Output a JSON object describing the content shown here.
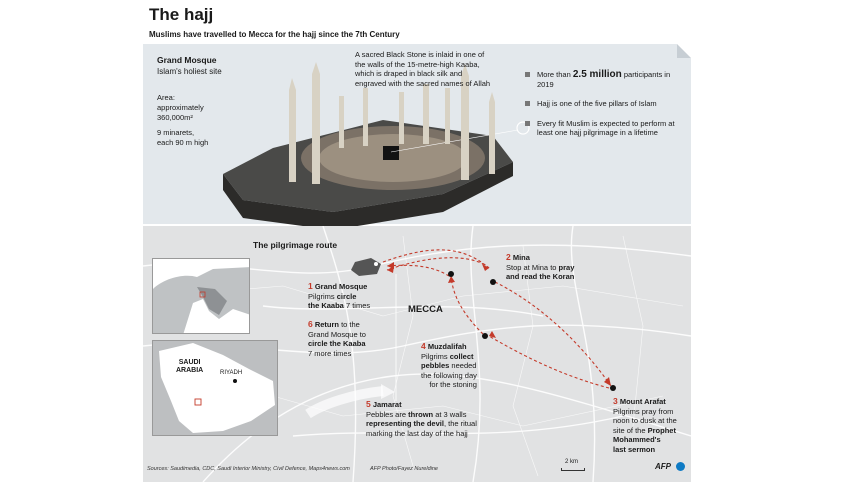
{
  "header": {
    "title": "The hajj",
    "subtitle": "Muslims have travelled to Mecca for the hajj since the 7th Century"
  },
  "grand_mosque": {
    "name": "Grand Mosque",
    "subtitle": "Islam's holiest site",
    "area": "Area:\napproximately\n360,000m²",
    "minarets": "9 minarets,\neach 90 m high",
    "black_stone_note": "A sacred Black Stone is inlaid in one of the walls of the 15-metre-high Kaaba, which is draped in black silk and engraved with the sacred names of Allah"
  },
  "facts": {
    "f1_pre": "More than ",
    "f1_bold": "2.5 million",
    "f1_post": " participants in 2019",
    "f2": "Hajj is one of the five pillars of Islam",
    "f3": "Every fit Muslim is expected to perform at least one hajj pilgrimage in a lifetime"
  },
  "route": {
    "title": "The pilgrimage route",
    "city_label": "MECCA",
    "steps": [
      {
        "num": "1",
        "title": "Grand Mosque",
        "l1_plain": "Pilgrims ",
        "l1_bold": "circle",
        "l2_bold": "the Kaaba",
        "l2_plain": " 7 times"
      },
      {
        "num": "2",
        "title": "Mina",
        "l1_plain": "Stop at Mina to ",
        "l1_bold": "pray",
        "l2_bold": "and read the Koran"
      },
      {
        "num": "3",
        "title": "Mount Arafat",
        "l1": "Pilgrims pray from",
        "l2": "noon to dusk at the",
        "l3_plain": "site of the ",
        "l3_bold": "Prophet",
        "l4_bold": "Mohammed's",
        "l5_bold": "last sermon"
      },
      {
        "num": "4",
        "title": "Muzdalifah",
        "l1_plain": "Pilgrims ",
        "l1_bold": "collect",
        "l2_bold": "pebbles",
        "l2_plain": " needed",
        "l3": "the following day",
        "l4": "for the stoning"
      },
      {
        "num": "5",
        "title": "Jamarat",
        "l1_plain": "Pebbles are ",
        "l1_bold": "thrown",
        "l1_post": " at 3 walls",
        "l2_bold": "representing the devil",
        "l2_plain": ", the ritual",
        "l3": "marking the last day of the hajj"
      },
      {
        "num": "6",
        "title": "Return",
        "title_post": " to the",
        "l2": "Grand Mosque to",
        "l3_bold": "circle the Kaaba",
        "l4": "7 more times"
      }
    ]
  },
  "inset": {
    "country": "SAUDI\nARABIA",
    "capital": "RIYADH"
  },
  "footer": {
    "sources": "Sources: Saudimedia, CDC, Saudi Interior Ministry, Civil Defence, Maps4news.com",
    "credit": "AFP Photo/Fayez Nureldine",
    "scale": "2 km",
    "logo": "AFP"
  },
  "colors": {
    "accent_red": "#c43a2a",
    "panel_bg": "#e3e8ec",
    "map_bg": "#e1e2e3",
    "afp_blue": "#0e7ac4"
  }
}
